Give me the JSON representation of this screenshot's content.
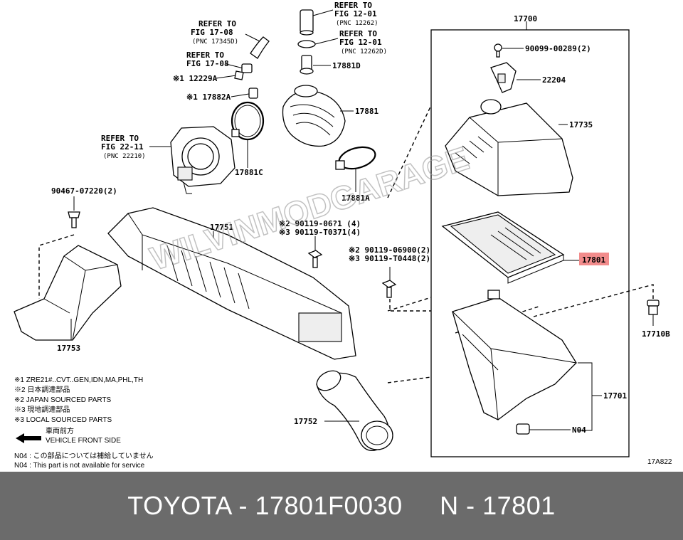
{
  "callouts": {
    "refer_1201_a": [
      "REFER TO",
      "FIG 12-01",
      "(PNC 12262)"
    ],
    "refer_1201_b": [
      "REFER TO",
      "FIG 12-01",
      "(PNC 12262D)"
    ],
    "refer_1708_a": [
      "REFER TO",
      "FIG 17-08",
      "(PNC 17345D)"
    ],
    "refer_1708_b": [
      "REFER TO",
      "FIG 17-08"
    ],
    "refer_2211": [
      "REFER TO",
      "FIG 22-11",
      "(PNC 22210)"
    ],
    "p17881D": "17881D",
    "p12229A": "※1 12229A",
    "p17882A": "※1 17882A",
    "p17881": "17881",
    "p17881C": "17881C",
    "p17881A": "17881A",
    "p17700": "17700",
    "p90099": "90099-00289(2)",
    "p22204": "22204",
    "p17735": "17735",
    "p17801": "17801",
    "p90119a": "※2 90119-06900(2)",
    "p90119b": "※3 90119-T0448(2)",
    "p90119c": "※2 90119-06?1 (4)",
    "p90119d": "※3 90119-T0371(4)",
    "p17751": "17751",
    "p90467": "90467-07220(2)",
    "p17753": "17753",
    "p17710B": "17710B",
    "p17701": "17701",
    "pN04": "N04",
    "p17752": "17752"
  },
  "watermark": "WILVINMODGARAGE",
  "notes": [
    "※1 ZRE21#..CVT..GEN,IDN,MA,PHL,TH",
    "※2 日本調達部品",
    "※2 JAPAN SOURCED PARTS",
    "※3 現地調達部品",
    "※3 LOCAL SOURCED PARTS"
  ],
  "front": {
    "jp": "車両前方",
    "en": "VEHICLE FRONT SIDE"
  },
  "n04_notes": [
    "N04 : この部品については補給していません",
    "N04 : This part is not available for service"
  ],
  "figure_code": "17A822",
  "banner": "TOYOTA - 17801F0030     N - 17801",
  "highlight_color": "#f28c8c"
}
